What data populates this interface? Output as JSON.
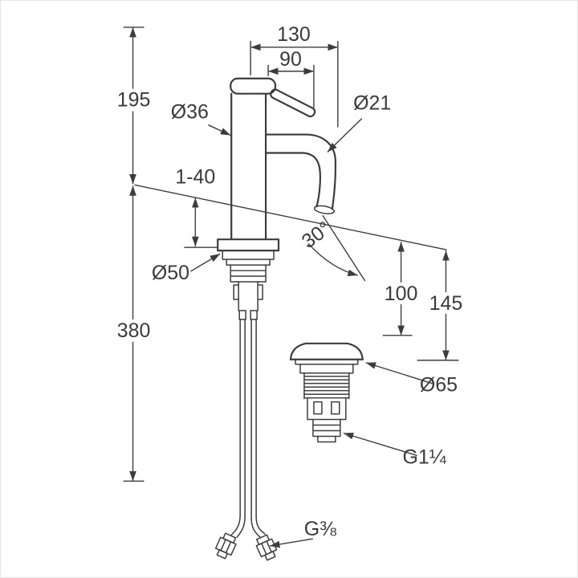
{
  "meta": {
    "description": "Technical dimension drawing of a tall single-lever basin mixer tap with pop-up waste",
    "background": "#ffffff",
    "line_color": "#3c3c3c"
  },
  "labels": {
    "width_total": "130",
    "width_lever": "90",
    "height_above_deck": "195",
    "body_diameter": "Ø36",
    "spout_diameter": "Ø21",
    "deck_thickness_range": "1-40",
    "spout_angle": "30°",
    "base_diameter": "Ø50",
    "outlet_height": "100",
    "outlet_clearance": "145",
    "below_deck_length": "380",
    "waste_cap_diameter": "Ø65",
    "waste_thread": "G1¼",
    "supply_thread": "G⅜"
  }
}
